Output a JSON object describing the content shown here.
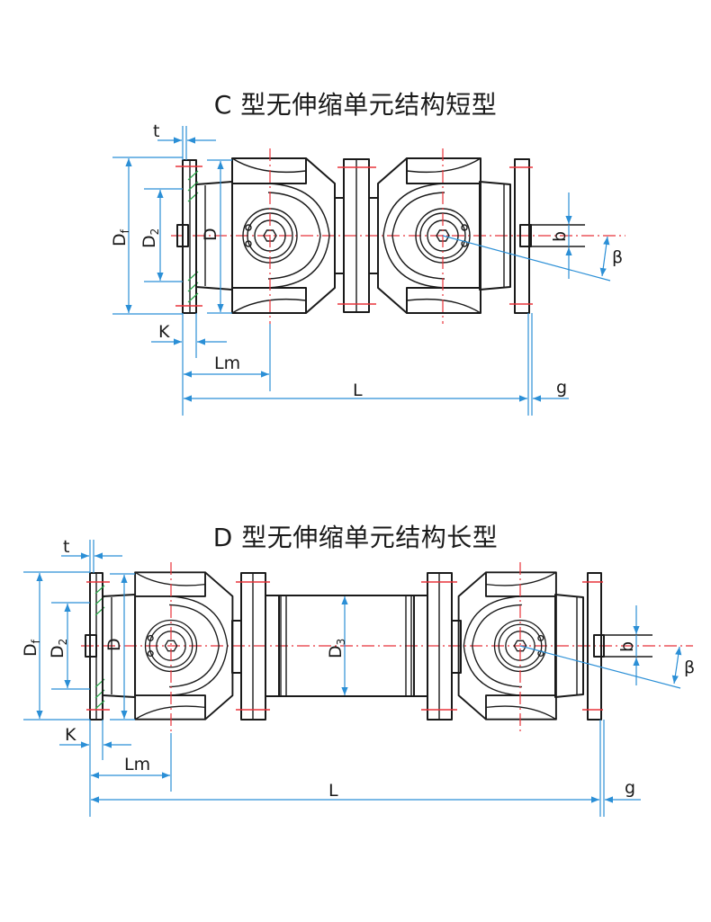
{
  "diagrams": [
    {
      "id": "C",
      "title": "C 型无伸缩单元结构短型",
      "labels": {
        "t": "t",
        "Df": "D",
        "Df_sub": "f",
        "D2": "D",
        "D2_sub": "2",
        "D": "D",
        "K": "K",
        "Lm": "Lm",
        "L": "L",
        "g": "g",
        "b": "b",
        "beta": "β"
      }
    },
    {
      "id": "D",
      "title": "D 型无伸缩单元结构长型",
      "labels": {
        "t": "t",
        "Df": "D",
        "Df_sub": "f",
        "D2": "D",
        "D2_sub": "2",
        "D": "D",
        "D3": "D",
        "D3_sub": "3",
        "K": "K",
        "Lm": "Lm",
        "L": "L",
        "g": "g",
        "b": "b",
        "beta": "β"
      }
    }
  ],
  "colors": {
    "outline": "#1a1a1a",
    "centerline": "#e8333a",
    "dimension": "#2b8fd6",
    "hatch": "#2aa84a"
  }
}
